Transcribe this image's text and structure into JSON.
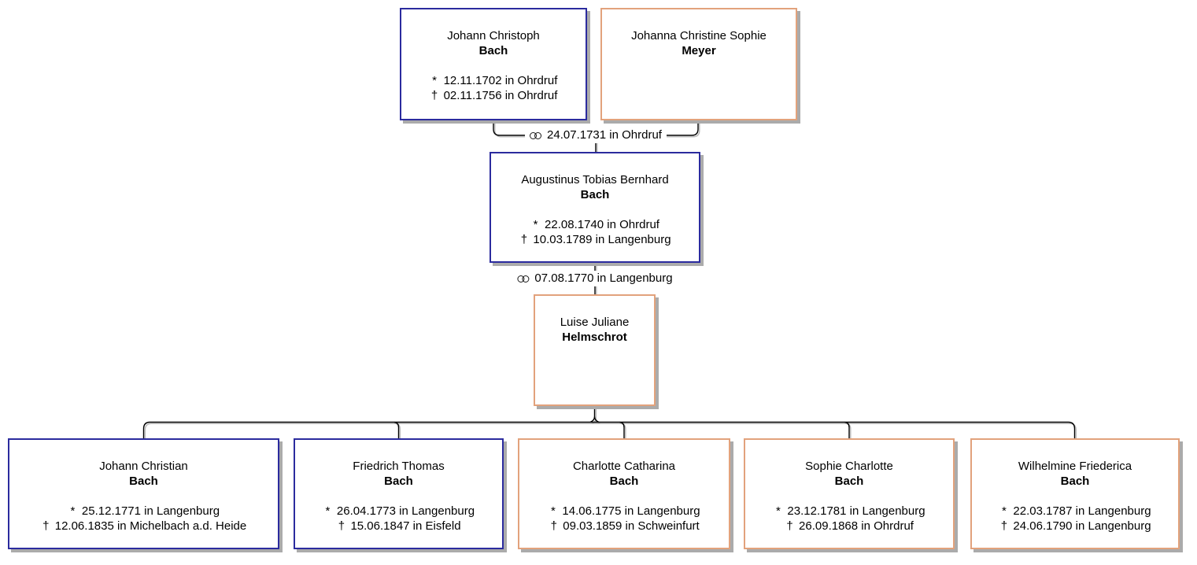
{
  "diagram_type": "family-tree",
  "symbols": {
    "birth": "*",
    "death": "†",
    "marriage_icon": "two-interlocked-rings"
  },
  "colors": {
    "male_border": "#2b2b9e",
    "female_border": "#e2a27c",
    "box_shadow": "#ababab",
    "line": "#000000",
    "line_shadow": "#b9b9b9",
    "background": "#ffffff",
    "text": "#000000"
  },
  "persons": [
    {
      "given": "Johann Christoph",
      "surname": "Bach",
      "birth": "12.11.1702 in Ohrdruf",
      "death": "02.11.1756 in Ohrdruf",
      "style": "blue-male"
    },
    {
      "given": "Johanna Christine Sophie",
      "surname": "Meyer",
      "style": "orange-female"
    },
    {
      "given": "Augustinus Tobias Bernhard",
      "surname": "Bach",
      "birth": "22.08.1740 in Ohrdruf",
      "death": "10.03.1789 in Langenburg",
      "style": "blue-male"
    },
    {
      "given": "Luise Juliane",
      "surname": "Helmschrot",
      "style": "orange-female"
    },
    {
      "given": "Johann Christian",
      "surname": "Bach",
      "birth": "25.12.1771 in Langenburg",
      "death": "12.06.1835 in Michelbach a.d. Heide",
      "style": "blue-male"
    },
    {
      "given": "Friedrich Thomas",
      "surname": "Bach",
      "birth": "26.04.1773 in Langenburg",
      "death": "15.06.1847 in Eisfeld",
      "style": "blue-male"
    },
    {
      "given": "Charlotte Catharina",
      "surname": "Bach",
      "birth": "14.06.1775 in Langenburg",
      "death": "09.03.1859 in Schweinfurt",
      "style": "orange-female"
    },
    {
      "given": "Sophie Charlotte",
      "surname": "Bach",
      "birth": "23.12.1781 in Langenburg",
      "death": "26.09.1868 in Ohrdruf",
      "style": "orange-female"
    },
    {
      "given": "Wilhelmine Friederica",
      "surname": "Bach",
      "birth": "22.03.1787 in Langenburg",
      "death": "24.06.1790 in Langenburg",
      "style": "orange-female"
    }
  ],
  "marriages": [
    {
      "label": "24.07.1731 in Ohrdruf"
    },
    {
      "label": "07.08.1770 in Langenburg"
    }
  ]
}
